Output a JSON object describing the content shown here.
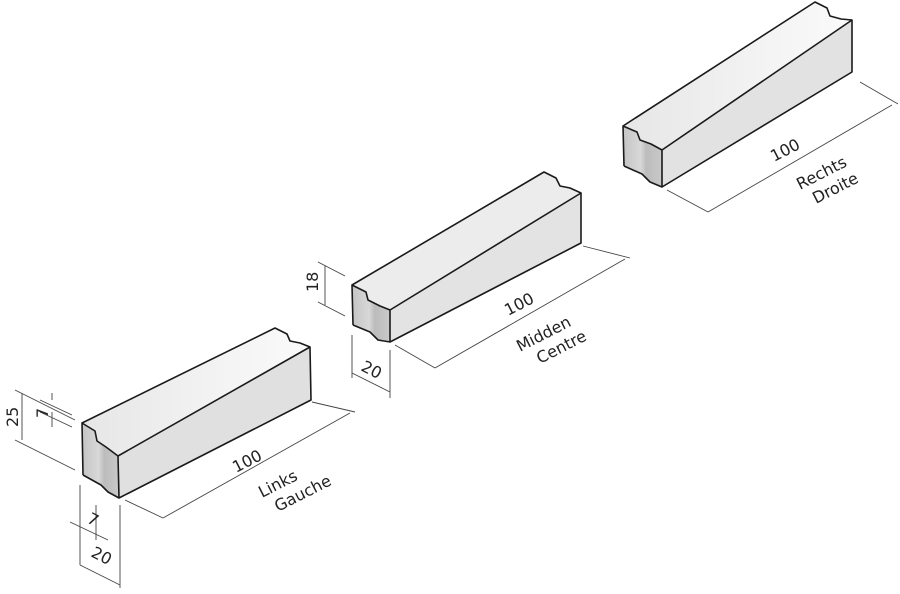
{
  "blocks": [
    {
      "id": "links",
      "length": "100",
      "name_nl": "Links",
      "name_fr": "Gauche",
      "height": "25",
      "notch_height": "7",
      "notch_width": "7",
      "width": "20"
    },
    {
      "id": "midden",
      "length": "100",
      "name_nl": "Midden",
      "name_fr": "Centre",
      "height": "18",
      "width": "20"
    },
    {
      "id": "rechts",
      "length": "100",
      "name_nl": "Rechts",
      "name_fr": "Droite"
    }
  ],
  "colors": {
    "top": "#efefef",
    "side": "#e2e2e2",
    "front": "#c8c8c8",
    "line": "#1a1a1a"
  }
}
